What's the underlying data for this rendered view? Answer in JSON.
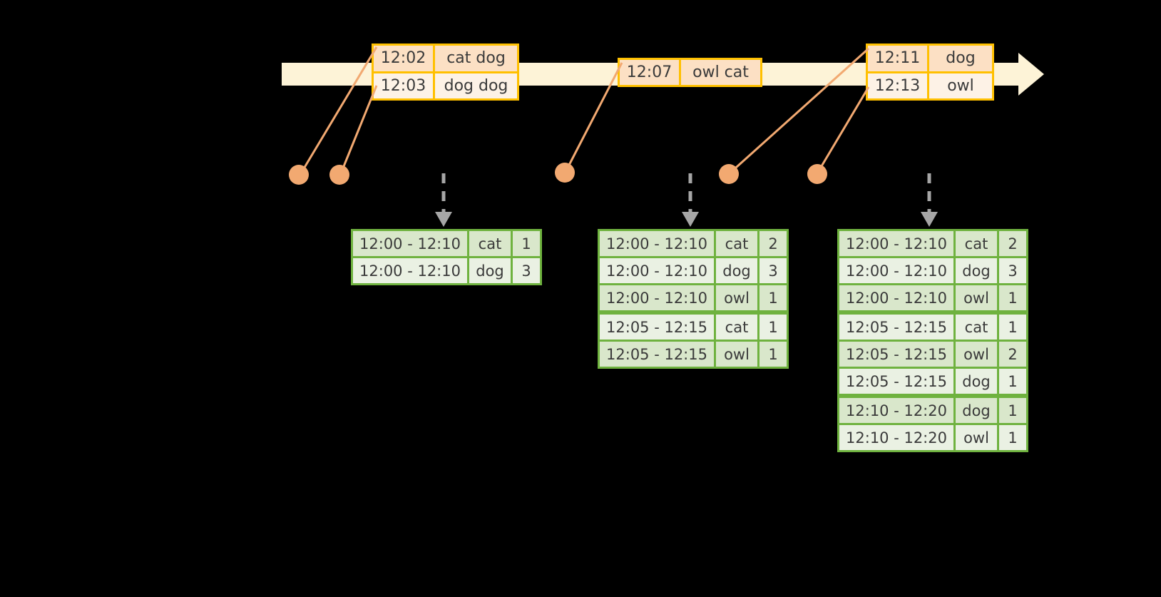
{
  "diagram": {
    "title": "sliding-window-aggregation",
    "colors": {
      "timeline_fill": "#FDF3D7",
      "event_border": "#FFC000",
      "event_fill": "#FDF2E6",
      "event_fill_shaded": "#FCE0C4",
      "table_border": "#6FB23F",
      "table_fill": "#EAF1E3",
      "table_fill_alt": "#D9E7CB",
      "connector": "#F2A971",
      "arrow": "#A6A6A6",
      "background": "#000000"
    }
  },
  "timeline": {
    "name": "event-stream-timeline",
    "arrow_direction": "right",
    "events": [
      {
        "id": "evt-1",
        "rows": [
          {
            "time": "12:02",
            "value": "cat dog"
          },
          {
            "time": "12:03",
            "value": "dog dog"
          }
        ]
      },
      {
        "id": "evt-2",
        "rows": [
          {
            "time": "12:07",
            "value": "owl cat"
          }
        ]
      },
      {
        "id": "evt-3",
        "rows": [
          {
            "time": "12:11",
            "value": "dog"
          },
          {
            "time": "12:13",
            "value": "owl"
          }
        ]
      }
    ]
  },
  "tables": [
    {
      "id": "result-table-1",
      "rows": [
        {
          "window": "12:00 - 12:10",
          "key": "cat",
          "count": "1"
        },
        {
          "window": "12:00 - 12:10",
          "key": "dog",
          "count": "3"
        }
      ]
    },
    {
      "id": "result-table-2",
      "rows": [
        {
          "window": "12:00 - 12:10",
          "key": "cat",
          "count": "2"
        },
        {
          "window": "12:00 - 12:10",
          "key": "dog",
          "count": "3"
        },
        {
          "window": "12:00 - 12:10",
          "key": "owl",
          "count": "1"
        },
        {
          "window": "12:05 - 12:15",
          "key": "cat",
          "count": "1"
        },
        {
          "window": "12:05 - 12:15",
          "key": "owl",
          "count": "1"
        }
      ]
    },
    {
      "id": "result-table-3",
      "rows": [
        {
          "window": "12:00 - 12:10",
          "key": "cat",
          "count": "2"
        },
        {
          "window": "12:00 - 12:10",
          "key": "dog",
          "count": "3"
        },
        {
          "window": "12:00 - 12:10",
          "key": "owl",
          "count": "1"
        },
        {
          "window": "12:05 - 12:15",
          "key": "cat",
          "count": "1"
        },
        {
          "window": "12:05 - 12:15",
          "key": "owl",
          "count": "2"
        },
        {
          "window": "12:05 - 12:15",
          "key": "dog",
          "count": "1"
        },
        {
          "window": "12:10 - 12:20",
          "key": "dog",
          "count": "1"
        },
        {
          "window": "12:10 - 12:20",
          "key": "owl",
          "count": "1"
        }
      ]
    }
  ]
}
